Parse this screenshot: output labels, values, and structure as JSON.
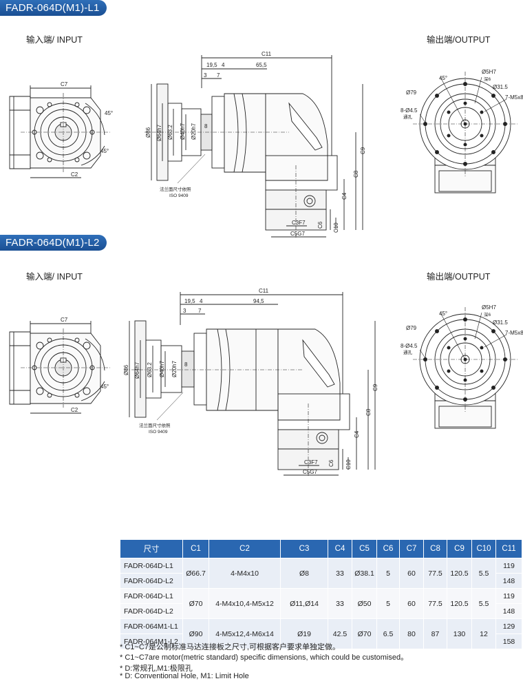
{
  "sections": [
    {
      "badge": "FADR-064D(M1)-L1",
      "input_label": "输入端/ INPUT",
      "output_label": "输出端/OUTPUT"
    },
    {
      "badge": "FADR-064D(M1)-L2",
      "input_label": "输入端/ INPUT",
      "output_label": "输出端/OUTPUT"
    }
  ],
  "drawing": {
    "c11": "C11",
    "c7": "C7",
    "c2": "C2",
    "c9": "C9",
    "c8": "C8",
    "c4": "C4",
    "c6": "C6",
    "c10": "C10",
    "c3": "C3F7",
    "c5": "C5G7",
    "ang45": "45°",
    "d19_5": "19,5",
    "d4": "4",
    "d3": "3",
    "d7": "7",
    "d65_5": "65,5",
    "d94_5": "94,5",
    "phi86": "Ø86",
    "phi64": "Ø64h7",
    "phi63": "Ø63.2",
    "phi40": "Ø40h7",
    "phi20": "Ø20h7",
    "d8": "8",
    "flange_note": "法兰面尺寸依照",
    "iso": "ISO 9409",
    "phi79": "Ø79",
    "phi5": "Ø5H7",
    "deep6": "深6",
    "phi31": "Ø31.5",
    "m5": "7-M5x8",
    "hole": "8-Ø4.5",
    "thru": "通孔"
  },
  "table": {
    "headers": [
      "尺寸",
      "C1",
      "C2",
      "C3",
      "C4",
      "C5",
      "C6",
      "C7",
      "C8",
      "C9",
      "C10",
      "C11"
    ],
    "groups": [
      {
        "models": [
          "FADR-064D-L1",
          "FADR-064D-L2"
        ],
        "c1": "Ø66.7",
        "c2": "4-M4x10",
        "c3": "Ø8",
        "c4": "33",
        "c5": "Ø38.1",
        "c6": "5",
        "c7": "60",
        "c8": "77.5",
        "c9": "120.5",
        "c10": "5.5",
        "c11": [
          "119",
          "148"
        ]
      },
      {
        "models": [
          "FADR-064D-L1",
          "FADR-064D-L2"
        ],
        "c1": "Ø70",
        "c2": "4-M4x10,4-M5x12",
        "c3": "Ø11,Ø14",
        "c4": "33",
        "c5": "Ø50",
        "c6": "5",
        "c7": "60",
        "c8": "77.5",
        "c9": "120.5",
        "c10": "5.5",
        "c11": [
          "119",
          "148"
        ]
      },
      {
        "models": [
          "FADR-064M1-L1",
          "FADR-064M1-L2"
        ],
        "c1": "Ø90",
        "c2": "4-M5x12,4-M6x14",
        "c3": "Ø19",
        "c4": "42.5",
        "c5": "Ø70",
        "c6": "6.5",
        "c7": "80",
        "c8": "87",
        "c9": "130",
        "c10": "12",
        "c11": [
          "129",
          "158"
        ]
      }
    ]
  },
  "notes": [
    "* C1~C7是公制标准马达连接板之尺寸,可根据客户要求单独定做。",
    "* C1~C7are motor(metric standard)  specific dimensions, which could be customised。",
    "* D:常规孔,M1:极限孔",
    "* D: Conventional Hole, M1: Limit Hole"
  ]
}
